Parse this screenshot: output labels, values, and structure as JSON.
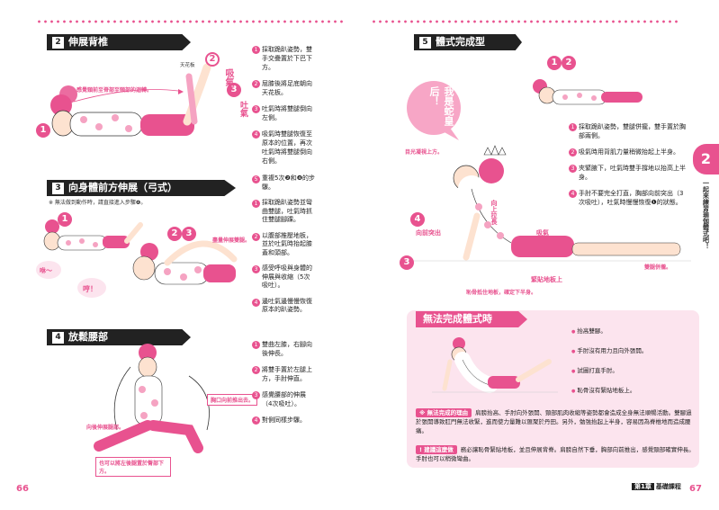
{
  "left_page": {
    "page_number": "66",
    "sections": [
      {
        "num": "2",
        "title": "伸展背椎",
        "fig_labels": {
          "ceiling": "天花板",
          "inhale": "吸氣",
          "exhale": "吐氣",
          "neck_feel": "感覺頸前至脊部至頸部的迴轉。"
        },
        "steps": [
          {
            "n": "1",
            "text": "採取跪趴姿勢，雙手交疊置於下巴下方。"
          },
          {
            "n": "2",
            "text": "屈膝後將足底朝向天花板。"
          },
          {
            "n": "3",
            "text": "吐氣時將雙腿倒向左側。"
          },
          {
            "n": "4",
            "text": "吸氣時雙腿恢復至原本的位置，再次吐氣時將雙腿倒向右側。"
          }
        ]
      },
      {
        "num": "3",
        "title": "向身體前方伸展（弓式）",
        "note": "※ 無法做到動作時，請直接進入步驟❹。",
        "fig_labels": {
          "stretch_thigh": "盡量伸展雙腿。",
          "bubble1": "咻～",
          "bubble2": "哼！"
        },
        "steps": [
          {
            "n": "5",
            "text": "重複5次❷和❹的步驟。"
          },
          {
            "n": "1",
            "text": "採取跪趴姿勢並彎曲雙腿，吐氣時抓住雙腿腳踝。"
          },
          {
            "n": "2",
            "text": "以腹部推壓地板，並於吐氣時抬起膝蓋和頭部。"
          },
          {
            "n": "3",
            "text": "感受呼吸與身體的伸展與收縮（5次吸吐）。"
          },
          {
            "n": "4",
            "text": "邊吐氣邊慢慢恢復原本的趴姿勢。"
          }
        ]
      },
      {
        "num": "4",
        "title": "放鬆腰部",
        "fig_labels": {
          "chest_forward": "胸口向前推出去。",
          "back_stretch": "向後伸展腿部。",
          "hip_press": "也可以將左後腿置於臀部下方。"
        },
        "steps": [
          {
            "n": "1",
            "text": "雙曲左膝，右腳向後伸長。"
          },
          {
            "n": "2",
            "text": "將雙手置於左腿上方，手肘伸直。"
          },
          {
            "n": "3",
            "text": "感覺腰部的伸展（4次吸吐）。"
          },
          {
            "n": "4",
            "text": "對側同樣步驟。"
          }
        ]
      }
    ]
  },
  "right_page": {
    "page_number": "67",
    "section": {
      "num": "5",
      "title": "體式完成型",
      "speech": "我是蛇皇后！",
      "fig_labels": {
        "eyes_up": "目光凝視上方。",
        "chest_forward": "向前突出",
        "shoulder_down": "向上拉長",
        "inhale": "吸氣",
        "thighs_press": "緊貼地板上",
        "legs_stretch": "雙腿併攏。",
        "belly_press": "恥骨抵住地板，確定下半身。"
      },
      "steps": [
        {
          "n": "1",
          "text": "採取跪趴姿勢，雙腿併攏，雙手置於胸部兩側。"
        },
        {
          "n": "2",
          "text": "吸氣時用背肌力量稍微抬起上半身。"
        },
        {
          "n": "3",
          "text": "夾緊腋下，吐氣時雙手撐地以抬高上半身。"
        },
        {
          "n": "4",
          "text": "手肘不要完全打直，胸部向前突出（3次吸吐），吐氣時慢慢恢復❶的狀態。"
        }
      ]
    },
    "side_tab": {
      "badge": "2",
      "text": "一起來練習瑜伽體式吧！"
    },
    "fail_box": {
      "title": "無法完成體式時",
      "list": [
        "抬高雙腳。",
        "手肘沒有用力且向外張開。",
        "試圖打直手肘。",
        "恥骨沒有緊貼地板上。"
      ],
      "reason_tag": "※ 無法完成的理由",
      "reason_text": "肩膀抬高、手肘向外張開、頸部肌肉收縮等姿勢都會造成全身無法順暢活動。雙腳過於張開導致肛門無法收緊，進而使力量難以匯聚於丹田。另外，勉強抬起上半身，容易因為脊椎地而造成腰痛。",
      "advice_tag": "! 建議這麼做",
      "advice_text": "務必讓恥骨緊貼地板，並且伸展背脊。肩膀自然下垂，胸部向前推出，感覺頸部確實伸長。手肘也可以稍微彎曲。"
    },
    "footer": {
      "badge": "第1章",
      "label": "基礎課程"
    }
  },
  "colors": {
    "accent": "#e8528f",
    "dark": "#222222",
    "panel": "#fce4ee"
  }
}
